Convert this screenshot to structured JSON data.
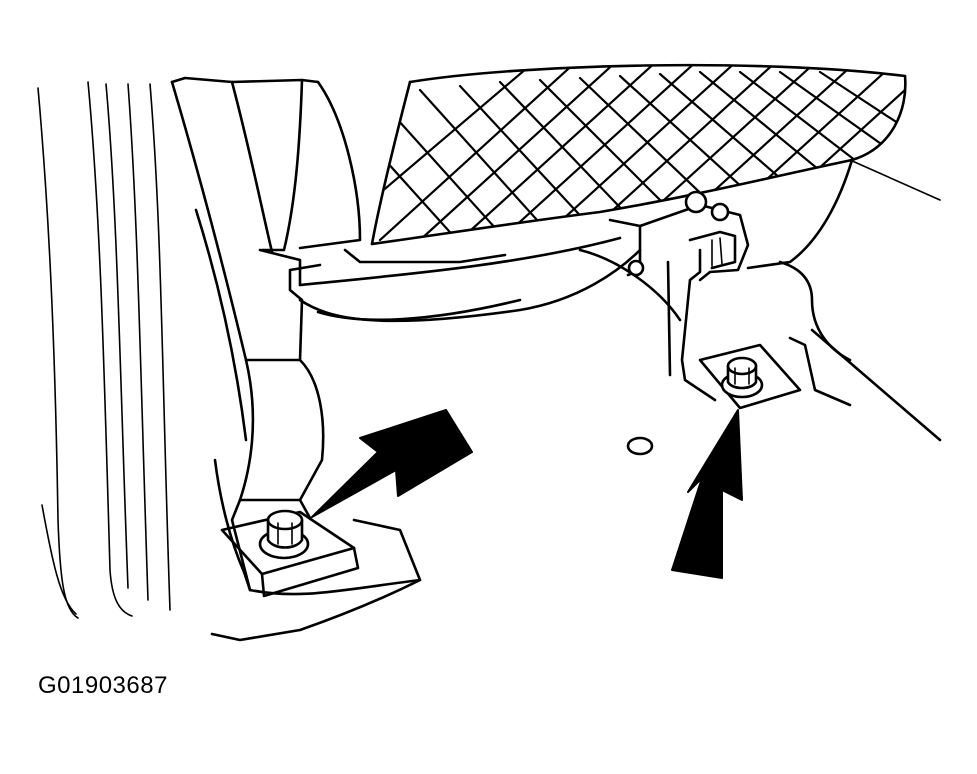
{
  "figure": {
    "id_label": "G01903687"
  },
  "colors": {
    "line": "#000000",
    "background": "#ffffff"
  },
  "callouts": [
    {
      "id": "left-arrow",
      "points_to": "left-mounting-nut"
    },
    {
      "id": "right-arrow",
      "points_to": "right-mounting-nut"
    }
  ]
}
